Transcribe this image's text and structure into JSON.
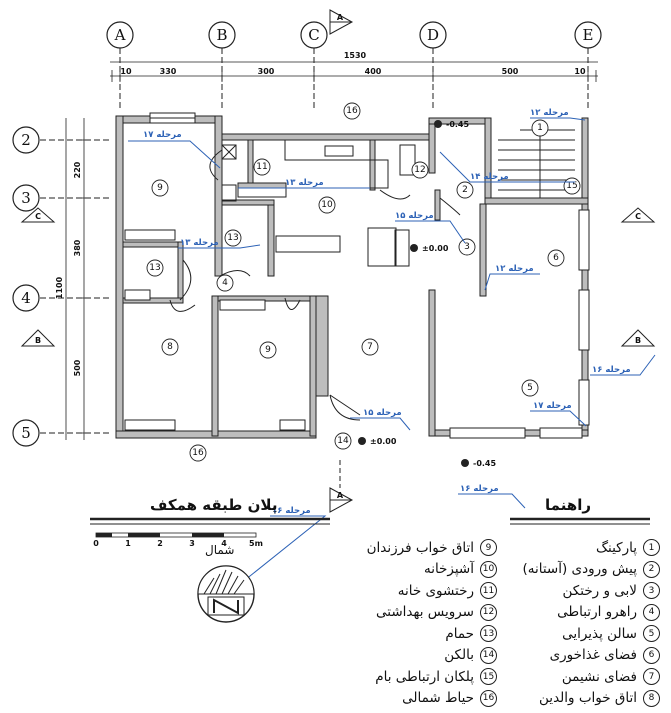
{
  "grid": {
    "columns": [
      "A",
      "B",
      "C",
      "D",
      "E"
    ],
    "rows": [
      "2",
      "3",
      "4",
      "5"
    ]
  },
  "dimensions": {
    "total_width": "1530",
    "segments": [
      "10",
      "330",
      "300",
      "400",
      "500",
      "10"
    ],
    "total_height": "1100",
    "vertical_segments": [
      "220",
      "380",
      "500"
    ]
  },
  "section_marks": {
    "a": "A",
    "b": "B",
    "c": "C"
  },
  "rooms": [
    "1",
    "2",
    "3",
    "4",
    "5",
    "6",
    "7",
    "8",
    "9",
    "9",
    "10",
    "11",
    "12",
    "13",
    "13",
    "14",
    "15",
    "16",
    "16"
  ],
  "levels": {
    "minus": "-0.45",
    "zero": "±0.00"
  },
  "stage_labels": {
    "m17": "مرحله ۱۷",
    "m13": "مرحله ۱۳",
    "m12": "مرحله ۱۲",
    "m14": "مرحله ۱۴",
    "m15": "مرحله ۱۵",
    "m16": "مرحله ۱۶"
  },
  "scale_labels": [
    "0",
    "1",
    "2",
    "3",
    "4",
    "5m"
  ],
  "plan_title": "پلان طبقه همکف",
  "north_label": "شمال",
  "legend_title": "راهنما",
  "legend_left": [
    {
      "num": "9",
      "label": "اتاق خواب فرزندان"
    },
    {
      "num": "10",
      "label": "آشپزخانه"
    },
    {
      "num": "11",
      "label": "رختشوی خانه"
    },
    {
      "num": "12",
      "label": "سرویس بهداشتی"
    },
    {
      "num": "13",
      "label": "حمام"
    },
    {
      "num": "14",
      "label": "بالکن"
    },
    {
      "num": "15",
      "label": "پلکان ارتباطی بام"
    },
    {
      "num": "16",
      "label": "حیاط شمالی"
    }
  ],
  "legend_right": [
    {
      "num": "1",
      "label": "پارکینگ"
    },
    {
      "num": "2",
      "label": "پیش ورودی (آستانه)"
    },
    {
      "num": "3",
      "label": "لابی و رختکن"
    },
    {
      "num": "4",
      "label": "راهرو ارتباطی"
    },
    {
      "num": "5",
      "label": "سالن پذیرایی"
    },
    {
      "num": "6",
      "label": "فضای غذاخوری"
    },
    {
      "num": "7",
      "label": "فضای نشیمن"
    },
    {
      "num": "8",
      "label": "اتاق خواب والدین"
    }
  ]
}
